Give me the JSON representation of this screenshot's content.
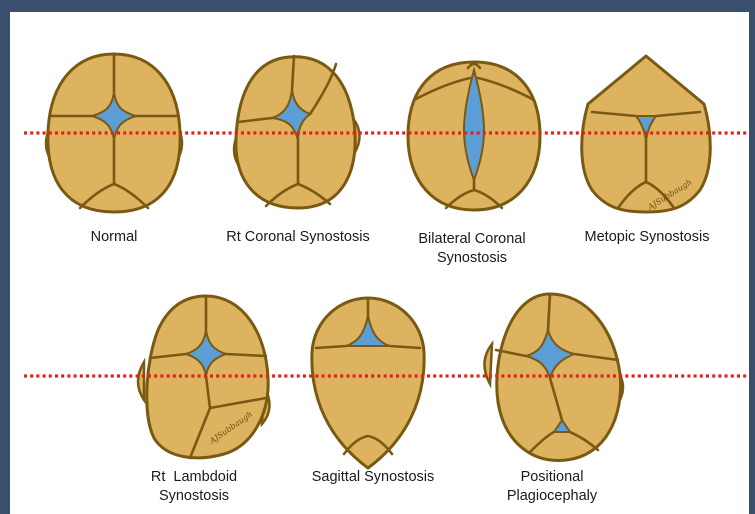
{
  "diagram": {
    "captions": {
      "normal": [
        "Normal"
      ],
      "rt_coronal": [
        "Rt Coronal Synostosis"
      ],
      "bilateral_coronal": [
        "Bilateral Coronal",
        "Synostosis"
      ],
      "metopic": [
        "Metopic Synostosis"
      ],
      "rt_lambdoid": [
        "Rt  Lambdoid",
        "Synostosis"
      ],
      "sagittal": [
        "Sagittal Synostosis"
      ],
      "positional": [
        "Positional",
        "Plagiocephaly"
      ]
    },
    "signature": "AJSubbaugh",
    "colors": {
      "skull_fill": "#ddb35f",
      "suture": "#7a5a12",
      "fontanelle": "#5b9fd6",
      "reference_line": "#e3211a",
      "frame": "#3a4f6d"
    }
  }
}
